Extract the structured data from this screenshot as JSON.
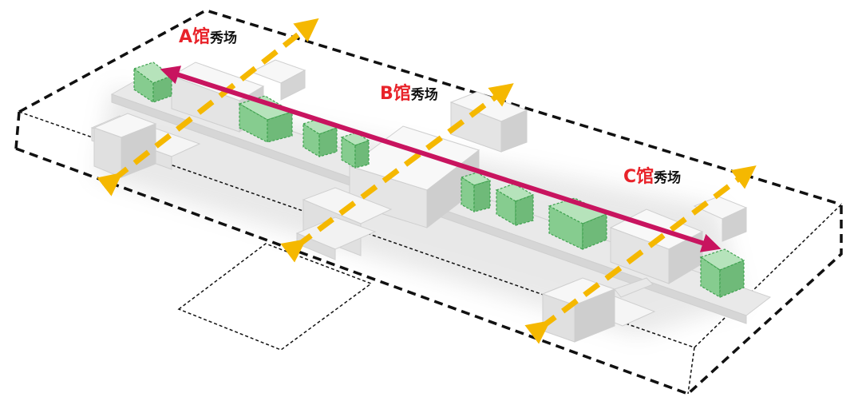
{
  "labels": {
    "a": {
      "code": "A馆",
      "suffix": "秀场"
    },
    "b": {
      "code": "B馆",
      "suffix": "秀场"
    },
    "c": {
      "code": "C馆",
      "suffix": "秀场"
    }
  },
  "colors": {
    "label_code": "#e8232a",
    "main_axis_arrow": "#c8145f",
    "cross_axis_arrow": "#f5b800",
    "exhibit_box": "#86cc8f",
    "building": "#f0f0f0",
    "boundary": "#111111"
  }
}
